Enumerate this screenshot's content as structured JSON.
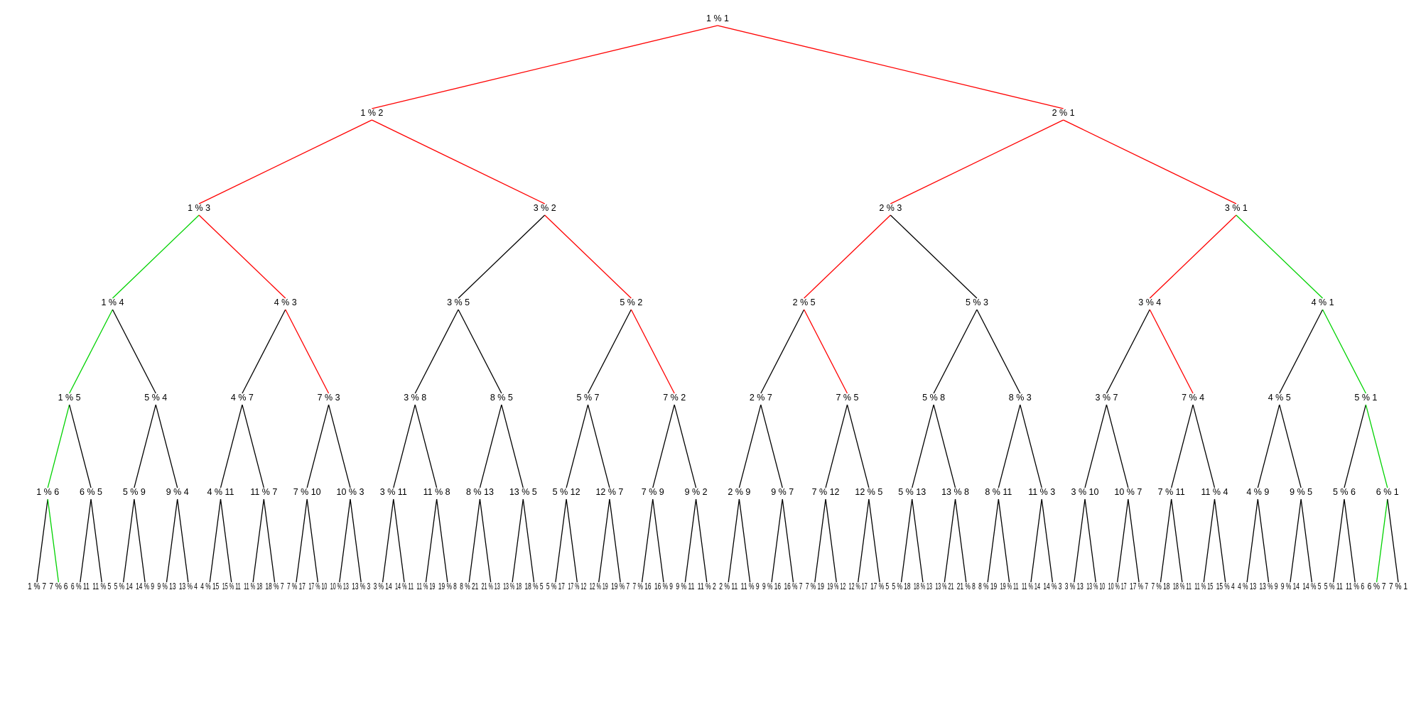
{
  "tree": {
    "colors": {
      "red_path": "#ff0000",
      "green_path": "#00d200",
      "default_edge": "#000000",
      "background": "#ffffff",
      "label": "#000000"
    },
    "levels": [
      [
        "1 % 1"
      ],
      [
        "1 % 2",
        "2 % 1"
      ],
      [
        "1 % 3",
        "3 % 2",
        "2 % 3",
        "3 % 1"
      ],
      [
        "1 % 4",
        "4 % 3",
        "3 % 5",
        "5 % 2",
        "2 % 5",
        "5 % 3",
        "3 % 4",
        "4 % 1"
      ],
      [
        "1 % 5",
        "5 % 4",
        "4 % 7",
        "7 % 3",
        "3 % 8",
        "8 % 5",
        "5 % 7",
        "7 % 2",
        "2 % 7",
        "7 % 5",
        "5 % 8",
        "8 % 3",
        "3 % 7",
        "7 % 4",
        "4 % 5",
        "5 % 1"
      ],
      [
        "1 % 6",
        "6 % 5",
        "5 % 9",
        "9 % 4",
        "4 % 11",
        "11 % 7",
        "7 % 10",
        "10 % 3",
        "3 % 11",
        "11 % 8",
        "8 % 13",
        "13 % 5",
        "5 % 12",
        "12 % 7",
        "7 % 9",
        "9 % 2",
        "2 % 9",
        "9 % 7",
        "7 % 12",
        "12 % 5",
        "5 % 13",
        "13 % 8",
        "8 % 11",
        "11 % 3",
        "3 % 10",
        "10 % 7",
        "7 % 11",
        "11 % 4",
        "4 % 9",
        "9 % 5",
        "5 % 6",
        "6 % 1"
      ],
      [
        "1 % 7",
        "7 % 6",
        "6 % 11",
        "11 % 5",
        "5 % 14",
        "14 % 9",
        "9 % 13",
        "13 % 4",
        "4 % 15",
        "15 % 11",
        "11 % 18",
        "18 % 7",
        "7 % 17",
        "17 % 10",
        "10 % 13",
        "13 % 3",
        "3 % 14",
        "14 % 11",
        "11 % 19",
        "19 % 8",
        "8 % 21",
        "21 % 13",
        "13 % 18",
        "18 % 5",
        "5 % 17",
        "17 % 12",
        "12 % 19",
        "19 % 7",
        "7 % 16",
        "16 % 9",
        "9 % 11",
        "11 % 2",
        "2 % 11",
        "11 % 9",
        "9 % 16",
        "16 % 7",
        "7 % 19",
        "19 % 12",
        "12 % 17",
        "17 % 5",
        "5 % 18",
        "18 % 13",
        "13 % 21",
        "21 % 8",
        "8 % 19",
        "19 % 11",
        "11 % 14",
        "14 % 3",
        "3 % 13",
        "13 % 10",
        "10 % 17",
        "17 % 7",
        "7 % 18",
        "18 % 11",
        "11 % 15",
        "15 % 4",
        "4 % 13",
        "13 % 9",
        "9 % 14",
        "14 % 5",
        "5 % 11",
        "11 % 6",
        "6 % 7",
        "7 % 1"
      ]
    ],
    "red_edges": [
      "0-0",
      "0-1",
      "1-0",
      "1-1",
      "1-2",
      "1-3",
      "2-1",
      "2-3",
      "2-4",
      "2-6",
      "3-3",
      "3-7",
      "3-9",
      "3-13"
    ],
    "green_edges": [
      "2-0",
      "2-7",
      "3-0",
      "3-15",
      "4-0",
      "4-31",
      "5-1",
      "5-62"
    ]
  }
}
